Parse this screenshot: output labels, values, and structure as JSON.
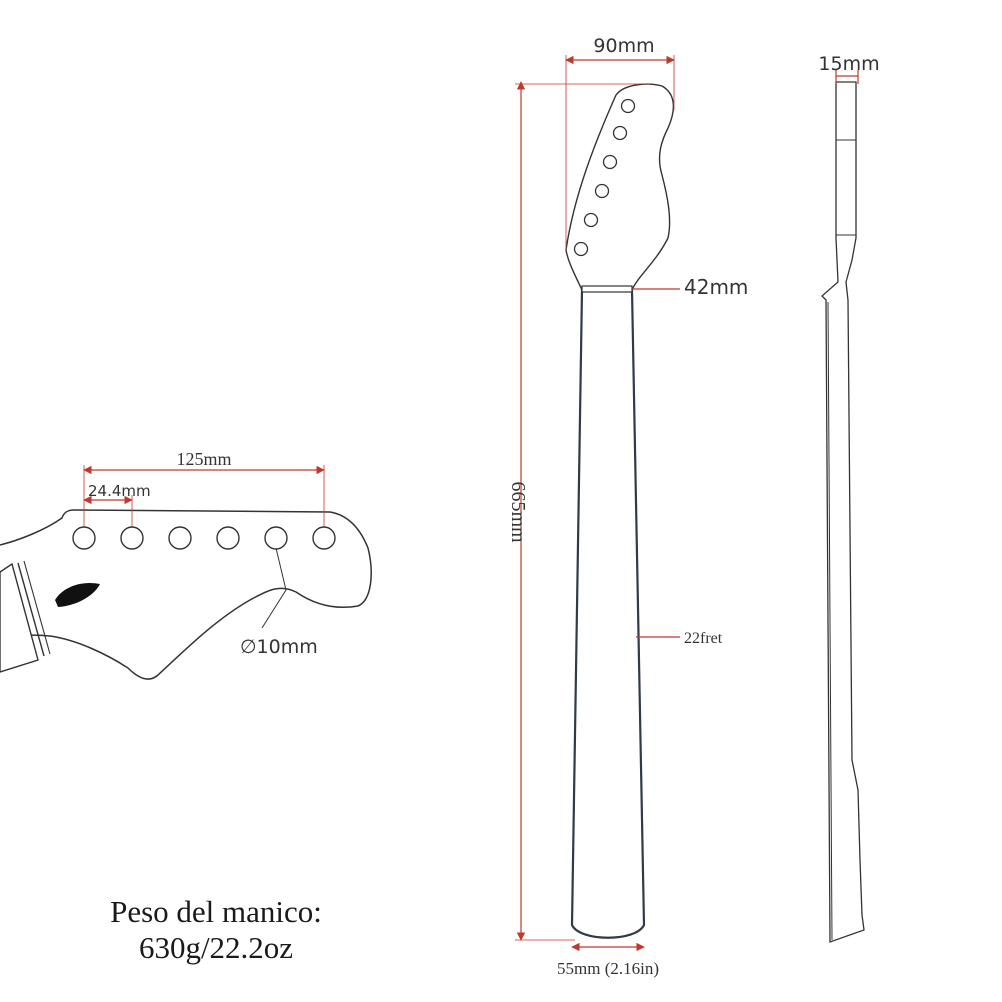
{
  "labels": {
    "headstock_width": "90mm",
    "side_thickness": "15mm",
    "nut_width": "42mm",
    "total_length": "665mm",
    "frets": "22fret",
    "heel_width": "55mm (2.16in)",
    "tuner_span": "125mm",
    "tuner_spacing": "24.4mm",
    "hole_diameter": "∅10mm",
    "weight_title": "Peso del manico:",
    "weight_value": "630g/22.2oz"
  },
  "colors": {
    "dimension_line": "#c0392b",
    "outline": "#333333",
    "fretboard": "#2f3a4a",
    "text": "#333333"
  },
  "tuner_holes": {
    "count": 6
  }
}
